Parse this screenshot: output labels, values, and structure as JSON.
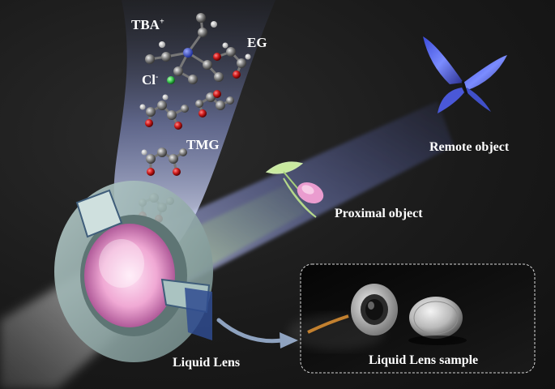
{
  "labels": {
    "tba": "TBA",
    "tba_charge": "+",
    "eg": "EG",
    "cl": "Cl",
    "cl_charge": "-",
    "tmg": "TMG",
    "remote_object": "Remote object",
    "proximal_object": "Proximal object",
    "liquid_lens": "Liquid Lens",
    "liquid_lens_sample": "Liquid Lens sample"
  },
  "colors": {
    "background": "#1c1c1c",
    "carbon_atom": "#8a8a8a",
    "oxygen_atom": "#d21e1e",
    "nitrogen_atom": "#3a4fd0",
    "chloride_ion": "#35c04a",
    "light_beam": "#b9c7ff",
    "lens_body": "#9fb6b4",
    "butterfly_wing": "#5b6cf0",
    "leaf": "#b7e08a",
    "flower": "#e78fc8"
  },
  "icons": {
    "remote_object": "butterfly-icon",
    "proximal_object": "flower-bud-icon",
    "lens": "lens-ring-icon",
    "sample": "coin-and-lens-photo"
  }
}
